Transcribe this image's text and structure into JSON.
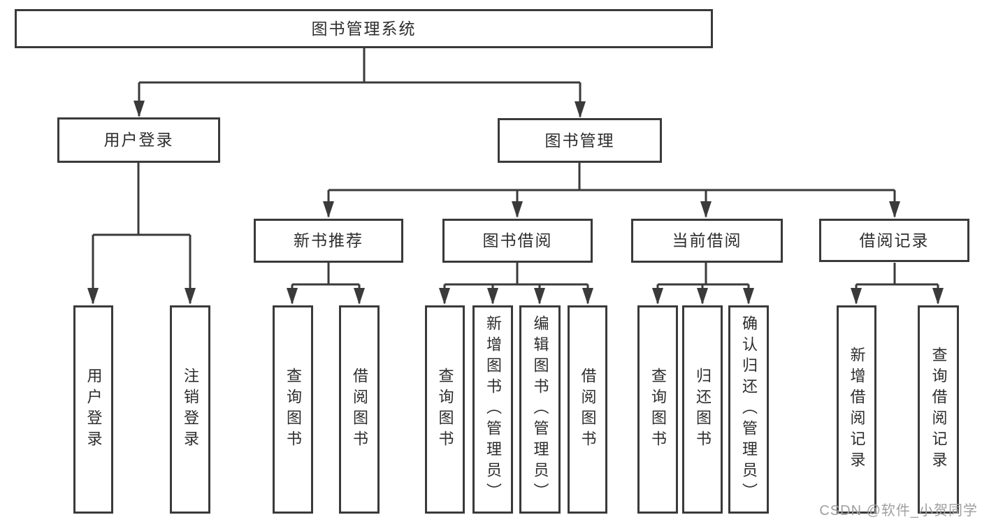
{
  "diagram": {
    "type": "tree",
    "title": "图书管理系统",
    "colors": {
      "line": "#3a3a3a",
      "box_border": "#3a3a3a",
      "box_background": "#ffffff",
      "text": "#2d2d2d",
      "watermark_text_color": "#a09f9f"
    },
    "nodes": {
      "root": "图书管理系统",
      "userLogin": "用户登录",
      "bookManagement": "图书管理",
      "newBookRecommend": "新书推荐",
      "bookBorrowing": "图书借阅",
      "currentBorrowing": "当前借阅",
      "borrowingRecords": "借阅记录",
      "leafUserLogin": "用户登录",
      "leafLogout": "注销登录",
      "leafQueryBooksRecommend": "查询图书",
      "leafBorrowBooksRecommend": "借阅图书",
      "leafQueryBooksBorrowing": "查询图书",
      "leafAddBookAdmin": "新增图书（管理员）",
      "leafEditBookAdmin": "编辑图书（管理员）",
      "leafBorrowBooksBorrowing": "借阅图书",
      "leafQueryBooksCurrent": "查询图书",
      "leafReturnBooks": "归还图书",
      "leafConfirmReturnAdmin": "确认归还（管理员）",
      "leafAddBorrowRecord": "新增借阅记录",
      "leafQueryBorrowRecord": "查询借阅记录"
    },
    "edges": [
      {
        "from": "root",
        "to": [
          "userLogin",
          "bookManagement"
        ]
      },
      {
        "from": "userLogin",
        "to": [
          "leafUserLogin",
          "leafLogout"
        ]
      },
      {
        "from": "bookManagement",
        "to": [
          "newBookRecommend",
          "bookBorrowing",
          "currentBorrowing",
          "borrowingRecords"
        ]
      },
      {
        "from": "newBookRecommend",
        "to": [
          "leafQueryBooksRecommend",
          "leafBorrowBooksRecommend"
        ]
      },
      {
        "from": "bookBorrowing",
        "to": [
          "leafQueryBooksBorrowing",
          "leafAddBookAdmin",
          "leafEditBookAdmin",
          "leafBorrowBooksBorrowing"
        ]
      },
      {
        "from": "currentBorrowing",
        "to": [
          "leafQueryBooksCurrent",
          "leafReturnBooks",
          "leafConfirmReturnAdmin"
        ]
      },
      {
        "from": "borrowingRecords",
        "to": [
          "leafAddBorrowRecord",
          "leafQueryBorrowRecord"
        ]
      }
    ],
    "watermark": "CSDN @软件_小贺同学"
  }
}
